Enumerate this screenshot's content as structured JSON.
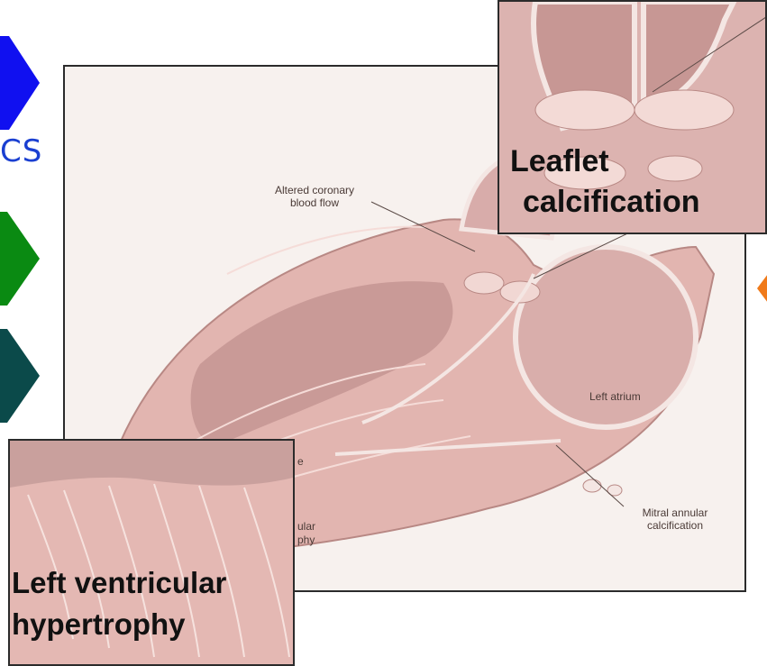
{
  "side_text": "CS",
  "labels": {
    "altered_flow": [
      "Altered coronary",
      "blood flow"
    ],
    "left_atrium": "Left atrium",
    "mitral": [
      "Mitral annular",
      "calcification"
    ],
    "partial_a": "ular",
    "partial_b": "phy",
    "partial_c": "e"
  },
  "inset_top": {
    "label_line1": "Leaflet",
    "label_line2": "calcification"
  },
  "inset_bottom": {
    "label_line1": "Left ventricular",
    "label_line2": "hypertrophy"
  },
  "colors": {
    "arrow_blue": "#1010f0",
    "arrow_green": "#0a8a12",
    "arrow_teal": "#0b4a4a",
    "arrow_orange": "#f07a1a",
    "tissue": "#e2b5b0",
    "tissue_dark": "#c79794"
  }
}
